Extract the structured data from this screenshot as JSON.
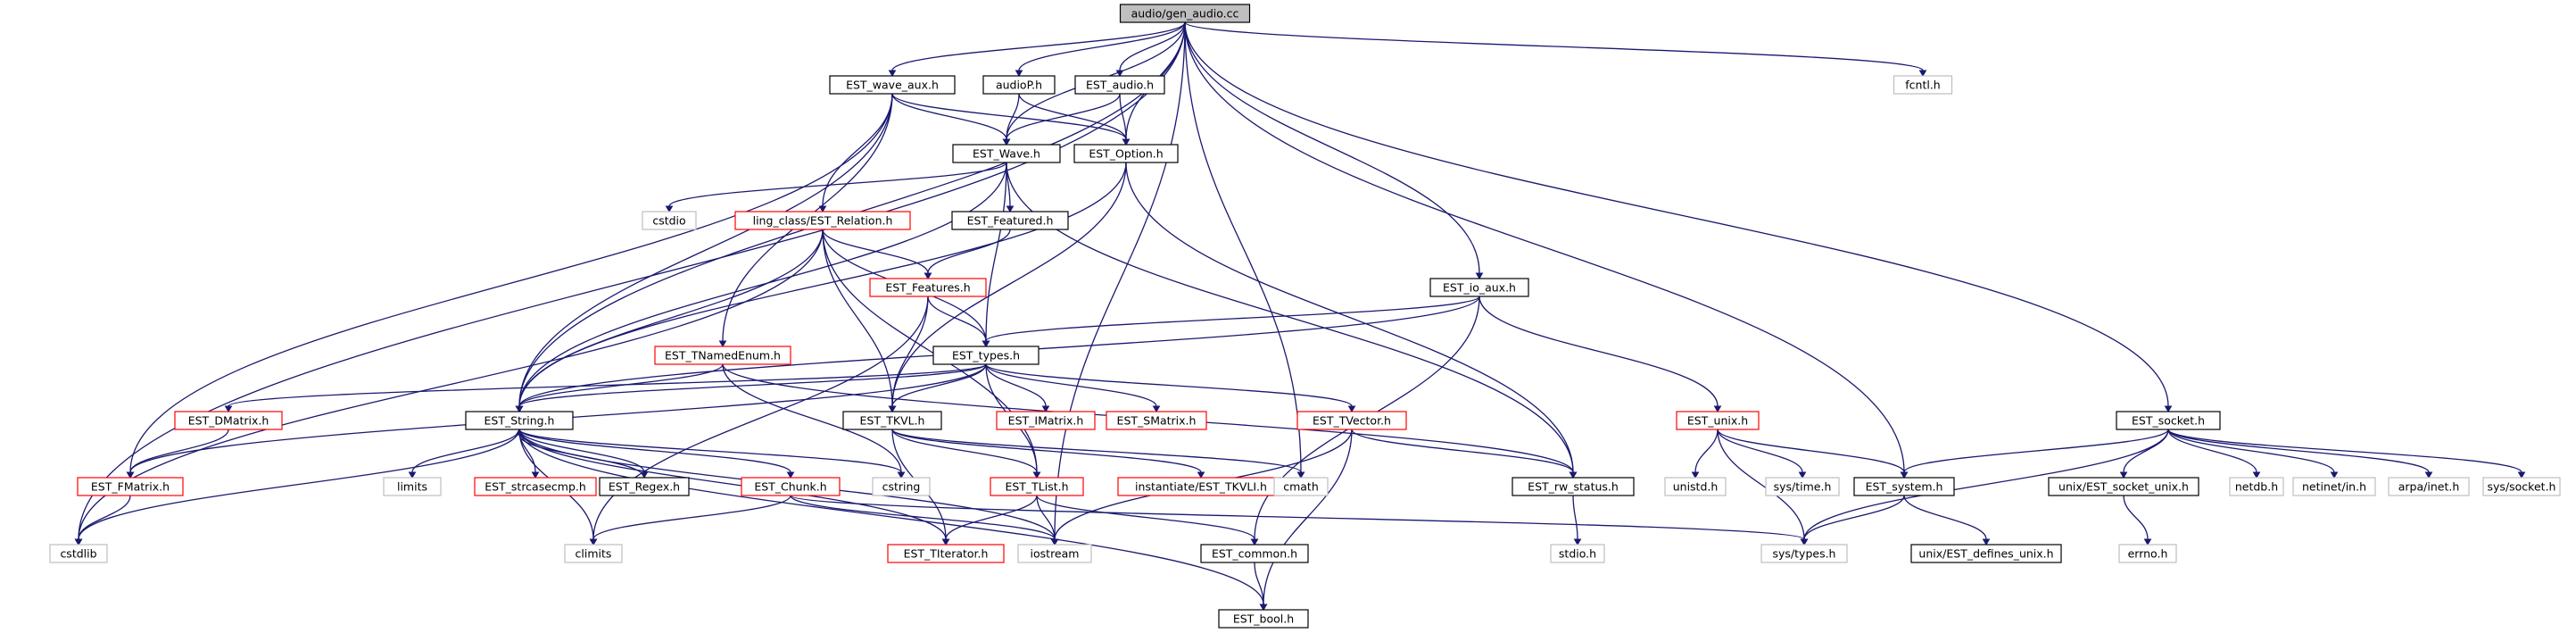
{
  "colors": {
    "edge": "#191970",
    "border_normal": "#000000",
    "border_external": "#bfbfbf",
    "border_truncated": "#ff0000",
    "root_fill": "#bfbfbf"
  },
  "nodes": [
    {
      "id": "root",
      "label": "audio/gen_audio.cc",
      "kind": "root"
    },
    {
      "id": "wave_aux",
      "label": "EST_wave_aux.h",
      "kind": "normal"
    },
    {
      "id": "audioP",
      "label": "audioP.h",
      "kind": "normal"
    },
    {
      "id": "est_audio",
      "label": "EST_audio.h",
      "kind": "normal"
    },
    {
      "id": "fcntl",
      "label": "fcntl.h",
      "kind": "external"
    },
    {
      "id": "wave",
      "label": "EST_Wave.h",
      "kind": "normal"
    },
    {
      "id": "option",
      "label": "EST_Option.h",
      "kind": "normal"
    },
    {
      "id": "cstdio",
      "label": "cstdio",
      "kind": "external"
    },
    {
      "id": "relation",
      "label": "ling_class/EST_Relation.h",
      "kind": "truncated"
    },
    {
      "id": "featured",
      "label": "EST_Featured.h",
      "kind": "normal"
    },
    {
      "id": "features",
      "label": "EST_Features.h",
      "kind": "truncated"
    },
    {
      "id": "io_aux",
      "label": "EST_io_aux.h",
      "kind": "normal"
    },
    {
      "id": "named_enum",
      "label": "EST_TNamedEnum.h",
      "kind": "truncated"
    },
    {
      "id": "types",
      "label": "EST_types.h",
      "kind": "normal"
    },
    {
      "id": "dmatrix",
      "label": "EST_DMatrix.h",
      "kind": "truncated"
    },
    {
      "id": "string",
      "label": "EST_String.h",
      "kind": "normal"
    },
    {
      "id": "tkvl",
      "label": "EST_TKVL.h",
      "kind": "normal"
    },
    {
      "id": "imatrix",
      "label": "EST_IMatrix.h",
      "kind": "truncated"
    },
    {
      "id": "smatrix",
      "label": "EST_SMatrix.h",
      "kind": "truncated"
    },
    {
      "id": "tvector",
      "label": "EST_TVector.h",
      "kind": "truncated"
    },
    {
      "id": "unix",
      "label": "EST_unix.h",
      "kind": "truncated"
    },
    {
      "id": "socket",
      "label": "EST_socket.h",
      "kind": "normal"
    },
    {
      "id": "fmatrix",
      "label": "EST_FMatrix.h",
      "kind": "truncated"
    },
    {
      "id": "limits",
      "label": "limits",
      "kind": "external"
    },
    {
      "id": "strcasecmp",
      "label": "EST_strcasecmp.h",
      "kind": "truncated"
    },
    {
      "id": "regex",
      "label": "EST_Regex.h",
      "kind": "normal"
    },
    {
      "id": "chunk",
      "label": "EST_Chunk.h",
      "kind": "truncated"
    },
    {
      "id": "cstring",
      "label": "cstring",
      "kind": "external"
    },
    {
      "id": "tlist",
      "label": "EST_TList.h",
      "kind": "truncated"
    },
    {
      "id": "inst_tkvl",
      "label": "instantiate/EST_TKVLI.h",
      "kind": "truncated"
    },
    {
      "id": "cmath",
      "label": "cmath",
      "kind": "external"
    },
    {
      "id": "rw_status",
      "label": "EST_rw_status.h",
      "kind": "normal"
    },
    {
      "id": "unistd",
      "label": "unistd.h",
      "kind": "external"
    },
    {
      "id": "systime",
      "label": "sys/time.h",
      "kind": "external"
    },
    {
      "id": "system",
      "label": "EST_system.h",
      "kind": "normal"
    },
    {
      "id": "socket_unix",
      "label": "unix/EST_socket_unix.h",
      "kind": "normal"
    },
    {
      "id": "netdb",
      "label": "netdb.h",
      "kind": "external"
    },
    {
      "id": "netinet",
      "label": "netinet/in.h",
      "kind": "external"
    },
    {
      "id": "arpainet",
      "label": "arpa/inet.h",
      "kind": "external"
    },
    {
      "id": "syssocket",
      "label": "sys/socket.h",
      "kind": "external"
    },
    {
      "id": "cstdlib",
      "label": "cstdlib",
      "kind": "external"
    },
    {
      "id": "climits",
      "label": "climits",
      "kind": "external"
    },
    {
      "id": "titerator",
      "label": "EST_TIterator.h",
      "kind": "truncated"
    },
    {
      "id": "iostream",
      "label": "iostream",
      "kind": "external"
    },
    {
      "id": "common",
      "label": "EST_common.h",
      "kind": "normal"
    },
    {
      "id": "stdio",
      "label": "stdio.h",
      "kind": "external"
    },
    {
      "id": "systypes",
      "label": "sys/types.h",
      "kind": "external"
    },
    {
      "id": "defines_unix",
      "label": "unix/EST_defines_unix.h",
      "kind": "normal"
    },
    {
      "id": "errno",
      "label": "errno.h",
      "kind": "external"
    },
    {
      "id": "bool",
      "label": "EST_bool.h",
      "kind": "normal"
    }
  ],
  "edges": [
    [
      "root",
      "wave_aux"
    ],
    [
      "root",
      "audioP"
    ],
    [
      "root",
      "est_audio"
    ],
    [
      "root",
      "fcntl"
    ],
    [
      "root",
      "wave"
    ],
    [
      "root",
      "option"
    ],
    [
      "root",
      "io_aux"
    ],
    [
      "root",
      "system"
    ],
    [
      "root",
      "socket"
    ],
    [
      "root",
      "string"
    ],
    [
      "root",
      "cmath"
    ],
    [
      "root",
      "iostream"
    ],
    [
      "root",
      "cstdlib"
    ],
    [
      "wave_aux",
      "wave"
    ],
    [
      "wave_aux",
      "option"
    ],
    [
      "wave_aux",
      "relation"
    ],
    [
      "wave_aux",
      "named_enum"
    ],
    [
      "wave_aux",
      "string"
    ],
    [
      "wave_aux",
      "fmatrix"
    ],
    [
      "audioP",
      "wave"
    ],
    [
      "audioP",
      "option"
    ],
    [
      "est_audio",
      "wave"
    ],
    [
      "est_audio",
      "option"
    ],
    [
      "wave",
      "cstdio"
    ],
    [
      "wave",
      "featured"
    ],
    [
      "wave",
      "types"
    ],
    [
      "wave",
      "rw_status"
    ],
    [
      "wave",
      "string"
    ],
    [
      "option",
      "tkvl"
    ],
    [
      "option",
      "rw_status"
    ],
    [
      "option",
      "string"
    ],
    [
      "relation",
      "features"
    ],
    [
      "relation",
      "types"
    ],
    [
      "relation",
      "tkvl"
    ],
    [
      "relation",
      "string"
    ],
    [
      "relation",
      "tlist"
    ],
    [
      "relation",
      "cstdlib"
    ],
    [
      "featured",
      "features"
    ],
    [
      "features",
      "types"
    ],
    [
      "features",
      "tkvl"
    ],
    [
      "features",
      "climits"
    ],
    [
      "io_aux",
      "types"
    ],
    [
      "io_aux",
      "unix"
    ],
    [
      "io_aux",
      "string"
    ],
    [
      "io_aux",
      "common"
    ],
    [
      "named_enum",
      "string"
    ],
    [
      "named_enum",
      "rw_status"
    ],
    [
      "named_enum",
      "cstring"
    ],
    [
      "types",
      "dmatrix"
    ],
    [
      "types",
      "string"
    ],
    [
      "types",
      "tkvl"
    ],
    [
      "types",
      "imatrix"
    ],
    [
      "types",
      "smatrix"
    ],
    [
      "types",
      "tvector"
    ],
    [
      "types",
      "fmatrix"
    ],
    [
      "types",
      "tlist"
    ],
    [
      "dmatrix",
      "fmatrix"
    ],
    [
      "fmatrix",
      "cstdlib"
    ],
    [
      "string",
      "limits"
    ],
    [
      "string",
      "strcasecmp"
    ],
    [
      "string",
      "regex"
    ],
    [
      "string",
      "chunk"
    ],
    [
      "string",
      "cstring"
    ],
    [
      "string",
      "cstdlib"
    ],
    [
      "string",
      "climits"
    ],
    [
      "string",
      "iostream"
    ],
    [
      "string",
      "bool"
    ],
    [
      "string",
      "titerator"
    ],
    [
      "regex",
      "string"
    ],
    [
      "chunk",
      "climits"
    ],
    [
      "chunk",
      "iostream"
    ],
    [
      "chunk",
      "systypes"
    ],
    [
      "tkvl",
      "tlist"
    ],
    [
      "tkvl",
      "inst_tkvl"
    ],
    [
      "tkvl",
      "cmath"
    ],
    [
      "tkvl",
      "titerator"
    ],
    [
      "tvector",
      "rw_status"
    ],
    [
      "tvector",
      "iostream"
    ],
    [
      "tvector",
      "bool"
    ],
    [
      "tlist",
      "titerator"
    ],
    [
      "tlist",
      "iostream"
    ],
    [
      "tlist",
      "common"
    ],
    [
      "unix",
      "unistd"
    ],
    [
      "unix",
      "systime"
    ],
    [
      "unix",
      "system"
    ],
    [
      "unix",
      "systypes"
    ],
    [
      "socket",
      "system"
    ],
    [
      "socket",
      "socket_unix"
    ],
    [
      "socket",
      "netdb"
    ],
    [
      "socket",
      "netinet"
    ],
    [
      "socket",
      "arpainet"
    ],
    [
      "socket",
      "syssocket"
    ],
    [
      "socket",
      "systypes"
    ],
    [
      "system",
      "systypes"
    ],
    [
      "system",
      "defines_unix"
    ],
    [
      "socket_unix",
      "errno"
    ],
    [
      "rw_status",
      "stdio"
    ],
    [
      "common",
      "bool"
    ]
  ]
}
